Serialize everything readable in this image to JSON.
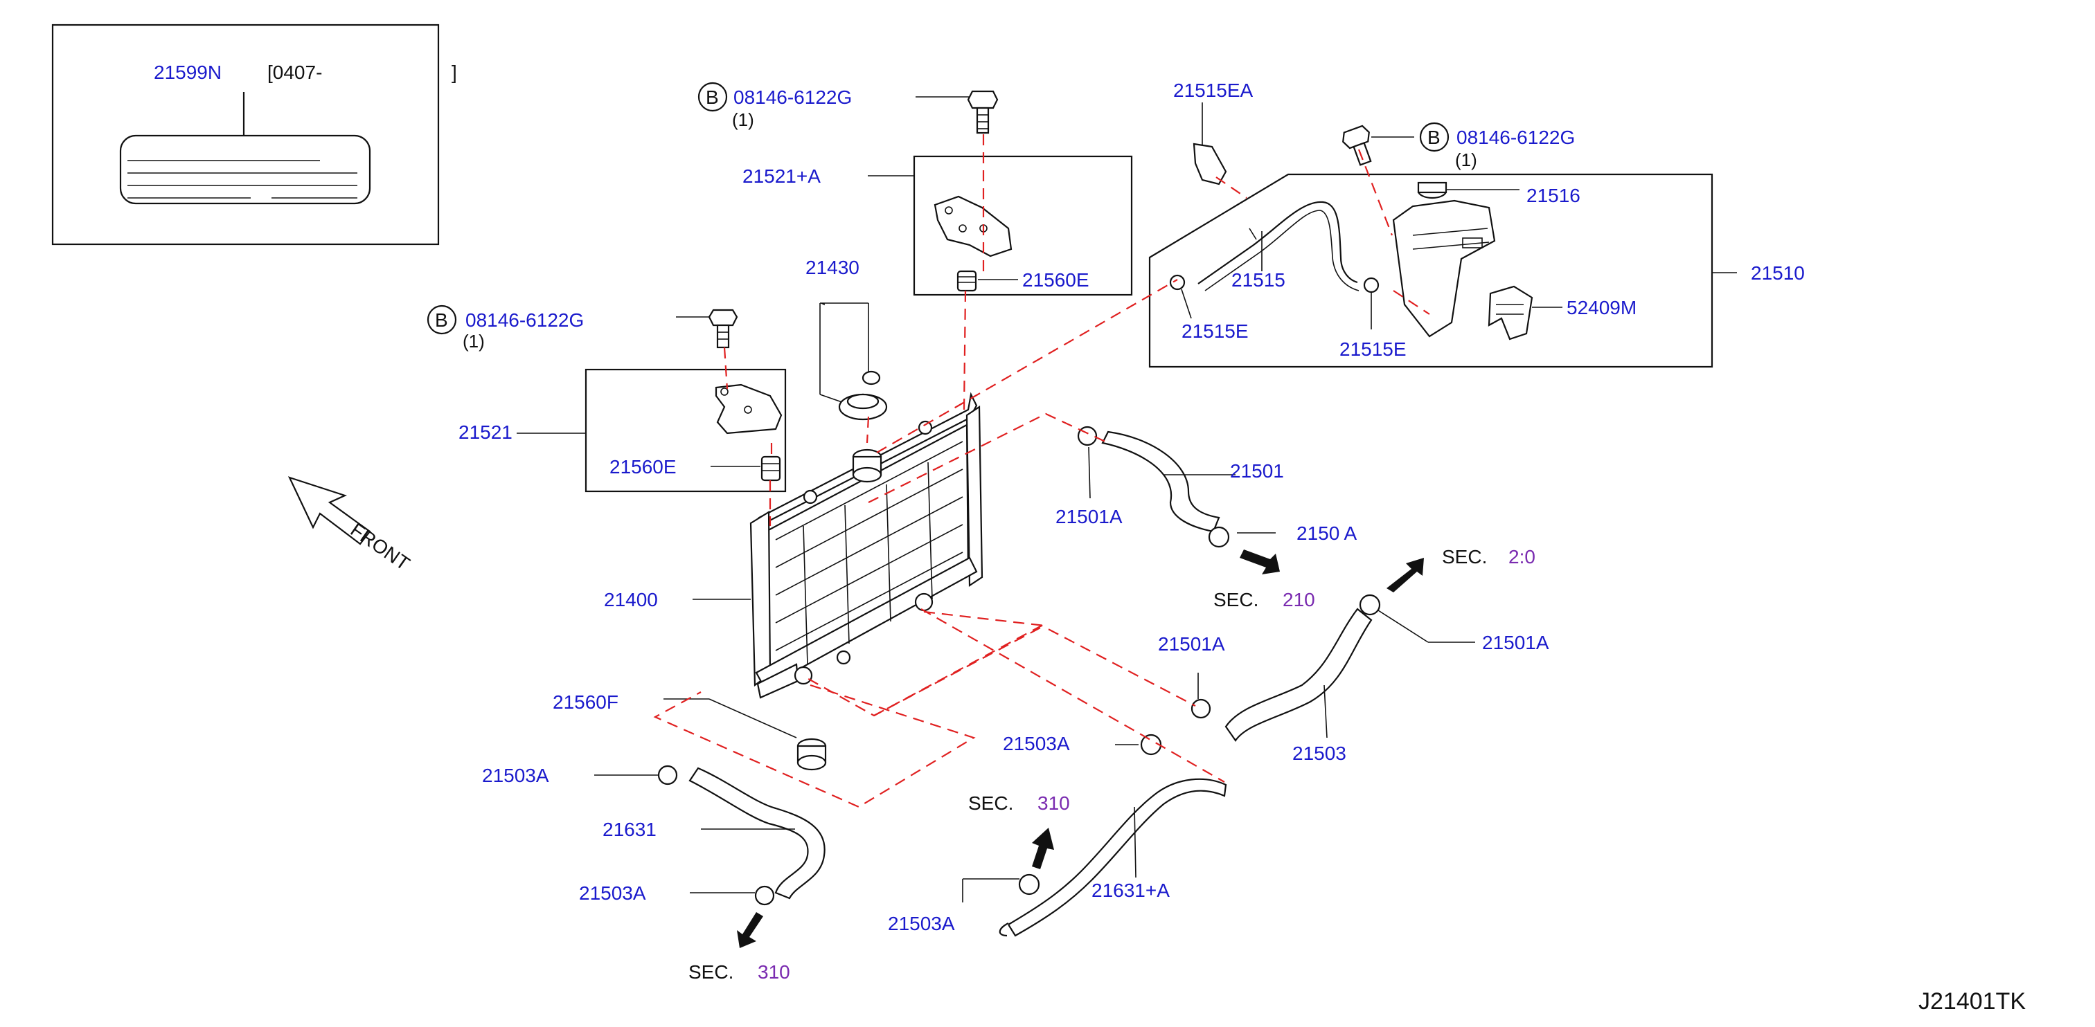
{
  "colors": {
    "part_number": "#1a1acc",
    "section_ref": "#7a2bb0",
    "reference_line": "#e02020",
    "text": "#111111"
  },
  "label_plate": {
    "part": "21599N",
    "date_range": "[0407-",
    "date_end": "]"
  },
  "bolts": [
    {
      "marker": "B",
      "part": "08146-6122G",
      "qty": "(1)"
    },
    {
      "marker": "B",
      "part": "08146-6122G",
      "qty": "(1)"
    },
    {
      "marker": "B",
      "part": "08146-6122G",
      "qty": "(1)"
    }
  ],
  "parts": {
    "p21521a": "21521+A",
    "p21560e_top": "21560E",
    "p21430": "21430",
    "p21521": "21521",
    "p21560e": "21560E",
    "p21515ea": "21515EA",
    "p21516": "21516",
    "p21515": "21515",
    "p21510": "21510",
    "p52409m": "52409M",
    "p21515e_left": "21515E",
    "p21515e_right": "21515E",
    "p21501": "21501",
    "p21501a_left": "21501A",
    "p21501a_frag": "2150 A",
    "p21501a_mid": "21501A",
    "p21501a_right": "21501A",
    "p21400": "21400",
    "p21560f": "21560F",
    "p21503a_1": "21503A",
    "p21503a_2": "21503A",
    "p21503a_3": "21503A",
    "p21503a_4": "21503A",
    "p21503": "21503",
    "p21631": "21631",
    "p21631a": "21631+A"
  },
  "sections": [
    {
      "prefix": "SEC.",
      "number": "210"
    },
    {
      "prefix": "SEC.",
      "number": "2:0"
    },
    {
      "prefix": "SEC.",
      "number": "310"
    },
    {
      "prefix": "SEC.",
      "number": "310"
    }
  ],
  "front_label": "FRONT",
  "diagram_code": "J21401TK"
}
